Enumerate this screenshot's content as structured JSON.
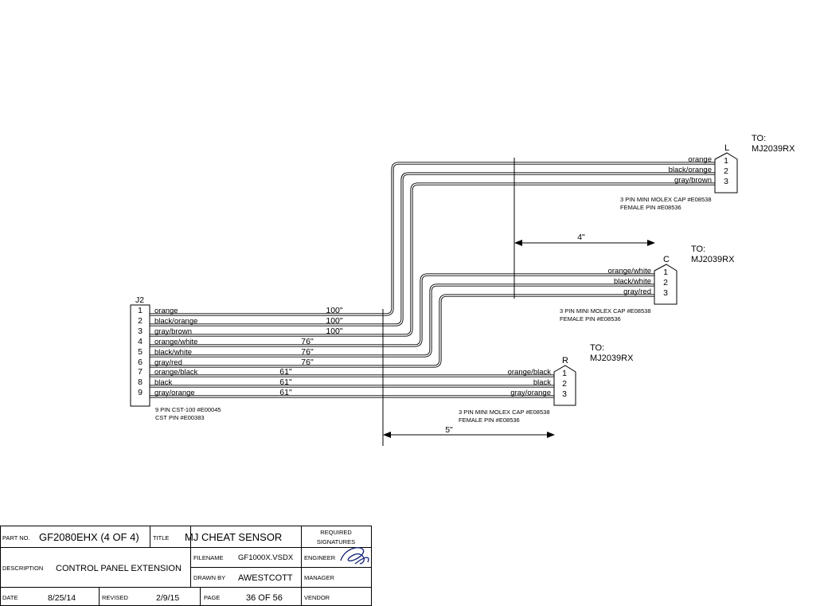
{
  "j2": {
    "label": "J2",
    "pins": [
      "1",
      "2",
      "3",
      "4",
      "5",
      "6",
      "7",
      "8",
      "9"
    ],
    "wires": [
      "orange",
      "black/orange",
      "gray/brown",
      "orange/white",
      "black/white",
      "gray/red",
      "orange/black",
      "black",
      "gray/orange"
    ],
    "lengths": [
      "100\"",
      "100\"",
      "100\"",
      "76\"",
      "76\"",
      "76\"",
      "61\"",
      "61\"",
      "61\""
    ],
    "note_line1": "9 PIN CST-100 #E00045",
    "note_line2": "CST PIN #E00383"
  },
  "connectors": {
    "L": {
      "label": "L",
      "to_line1": "TO:",
      "to_line2": "MJ2039RX",
      "pins": [
        "1",
        "2",
        "3"
      ],
      "wires": [
        "orange",
        "black/orange",
        "gray/brown"
      ],
      "note_line1": "3 PIN MINI MOLEX CAP #E08538",
      "note_line2": "FEMALE PIN #E08536"
    },
    "C": {
      "label": "C",
      "to_line1": "TO:",
      "to_line2": "MJ2039RX",
      "pins": [
        "1",
        "2",
        "3"
      ],
      "wires": [
        "orange/white",
        "black/white",
        "gray/red"
      ],
      "note_line1": "3 PIN MINI MOLEX CAP #E08538",
      "note_line2": "FEMALE PIN #E08536"
    },
    "R": {
      "label": "R",
      "to_line1": "TO:",
      "to_line2": "MJ2039RX",
      "pins": [
        "1",
        "2",
        "3"
      ],
      "wires": [
        "orange/black",
        "black",
        "gray/orange"
      ],
      "note_line1": "3 PIN MINI MOLEX CAP #E08538",
      "note_line2": "FEMALE PIN #E08536"
    }
  },
  "dimensions": {
    "four_inch": "4\"",
    "five_inch": "5\""
  },
  "title_block": {
    "part_no_label": "PART NO.",
    "part_no": "GF2080EHX (4 OF 4)",
    "title_label": "TITLE",
    "title": "MJ CHEAT SENSOR",
    "required_line1": "REQUIRED",
    "required_line2": "SIGNATURES",
    "description_label": "DESCRIPTION",
    "description": "CONTROL PANEL EXTENSION",
    "filename_label": "FILENAME",
    "filename": "GF1000X.VSDX",
    "engineer_label": "ENGINEER",
    "drawn_by_label": "DRAWN BY",
    "drawn_by": "AWESTCOTT",
    "manager_label": "MANAGER",
    "date_label": "DATE",
    "date": "8/25/14",
    "revised_label": "REVISED",
    "revised": "2/9/15",
    "page_label": "PAGE",
    "page": "36 OF 56",
    "vendor_label": "VENDOR"
  }
}
